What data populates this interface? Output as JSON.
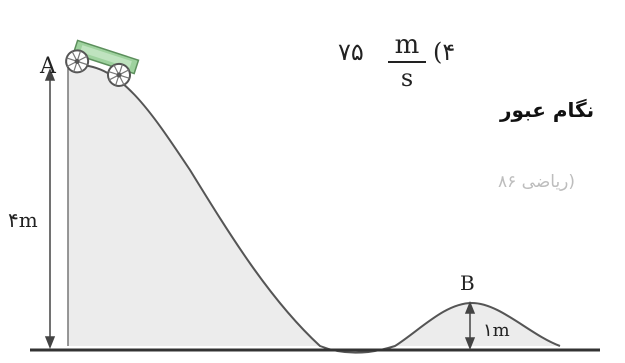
{
  "diagram": {
    "point_a": "A",
    "point_b": "B",
    "height_a": "۴m",
    "height_b": "۱m"
  },
  "option": {
    "number": "۷۵",
    "unit_numerator": "m",
    "unit_denominator": "s",
    "index": "(۴"
  },
  "question_fragment": "نگام عبور",
  "source_fragment": "(ریاضی ۸۶"
}
